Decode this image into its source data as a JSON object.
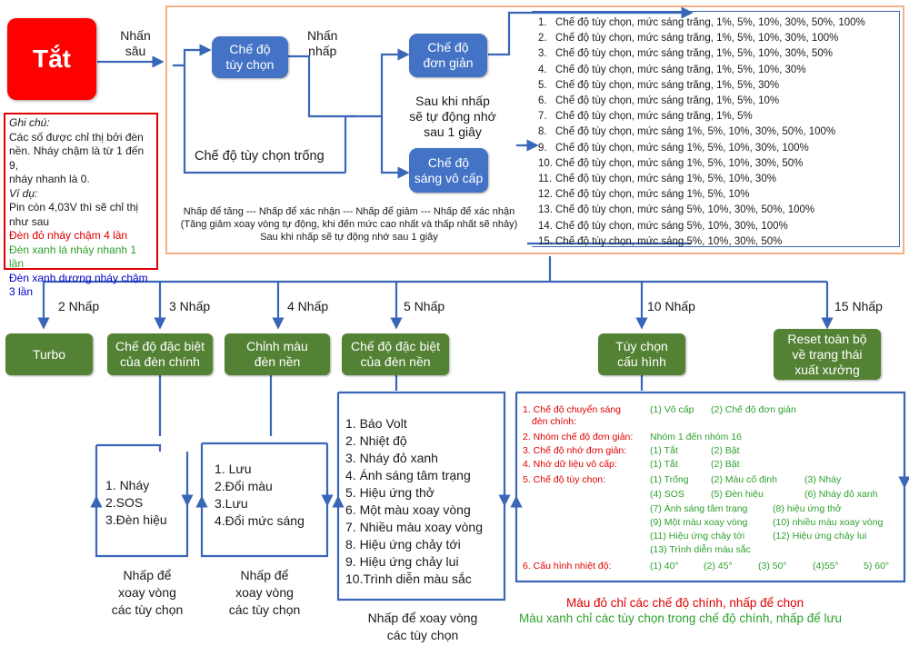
{
  "off_box": "Tắt",
  "long_press": [
    "Nhấn",
    "sâu"
  ],
  "custom_mode": [
    "Chế độ",
    "tùy chọn"
  ],
  "press_label": [
    "Nhấn",
    "nhấp"
  ],
  "simple_mode": [
    "Chế độ",
    "đơn giản"
  ],
  "stepless_mode": [
    "Chế độ",
    "sáng vô cấp"
  ],
  "auto_save_note": [
    "Sau khi nhấp",
    "sẽ tự động nhớ",
    "sau 1 giây"
  ],
  "empty_custom": "Chế độ tùy chọn trống",
  "stepless_instructions": [
    "Nhấp để tăng --- Nhấp để xác nhận --- Nhấp để giảm --- Nhấp để xác nhận",
    "(Tăng giảm xoay vòng tự động, khi đến mức cao nhất và thấp nhất sẽ nhảy)",
    "Sau khi nhấp sẽ tự động nhớ sau 1 giây"
  ],
  "notes": {
    "title": "Ghi chú:",
    "lines": [
      "Các số được chỉ thị bởi đèn",
      "nền. Nháy chậm là từ 1 đến 9,",
      "nháy nhanh là 0."
    ],
    "example_title": "Ví dụ:",
    "example_lines": [
      "Pin còn 4,03V thì sẽ chỉ thị",
      "như sau"
    ],
    "red_line": "Đèn đỏ nháy chậm 4 lần",
    "green_line": "Đèn xanh lá nháy nhanh 1 lần",
    "blue_lines": [
      "Đèn xanh dương nháy chậm",
      "3 lần"
    ],
    "colors": {
      "red": "#e00000",
      "green": "#2ea12e",
      "blue": "#0000c8"
    }
  },
  "brightness_levels": [
    {
      "n": "1.",
      "text": "Chế độ tùy chọn, mức sáng trăng, 1%, 5%, 10%, 30%, 50%, 100%"
    },
    {
      "n": "2.",
      "text": "Chế độ tùy chọn, mức sáng trăng, 1%, 5%, 10%, 30%, 100%"
    },
    {
      "n": "3.",
      "text": "Chế độ tùy chọn, mức sáng trăng, 1%, 5%, 10%, 30%, 50%"
    },
    {
      "n": "4.",
      "text": "Chế độ tùy chọn, mức sáng trăng, 1%, 5%, 10%, 30%"
    },
    {
      "n": "5.",
      "text": "Chế độ tùy chọn, mức sáng trăng, 1%, 5%, 30%"
    },
    {
      "n": "6.",
      "text": "Chế độ tùy chọn, mức sáng trăng, 1%, 5%, 10%"
    },
    {
      "n": "7.",
      "text": "Chế độ tùy chọn, mức sáng trăng, 1%, 5%"
    },
    {
      "n": "8.",
      "text": "Chế độ tùy chọn, mức sáng 1%, 5%, 10%, 30%, 50%, 100%"
    },
    {
      "n": "9.",
      "text": "Chế độ tùy chọn, mức sáng 1%, 5%, 10%, 30%, 100%"
    },
    {
      "n": "10.",
      "text": "Chế độ tùy chọn, mức sáng 1%, 5%, 10%, 30%, 50%"
    },
    {
      "n": "11.",
      "text": "Chế độ tùy chọn, mức sáng 1%, 5%, 10%, 30%"
    },
    {
      "n": "12.",
      "text": "Chế độ tùy chọn, mức sáng 1%, 5%, 10%"
    },
    {
      "n": "13.",
      "text": "Chế độ tùy chọn, mức sáng 5%, 10%, 30%, 50%, 100%"
    },
    {
      "n": "14.",
      "text": "Chế độ tùy chọn, mức sáng 5%, 10%, 30%, 100%"
    },
    {
      "n": "15.",
      "text": "Chế độ tùy chọn, mức sáng 5%, 10%, 30%, 50%"
    }
  ],
  "branch_labels": [
    "2 Nhấp",
    "3 Nhấp",
    "4 Nhấp",
    "5 Nhấp",
    "10 Nhấp",
    "15 Nhấp"
  ],
  "branches": {
    "turbo": "Turbo",
    "main_special": [
      "Chế độ đặc biệt",
      "của đèn chính"
    ],
    "bg_color": [
      "Chỉnh màu",
      "đèn nền"
    ],
    "bg_special": [
      "Chế độ đặc biệt",
      "của đèn nền"
    ],
    "config": [
      "Tùy chọn",
      "cấu hình"
    ],
    "reset": [
      "Reset toàn bộ",
      "về trạng thái",
      "xuất xưởng"
    ]
  },
  "main_special_list": [
    "1.  Nháy",
    "2.SOS",
    "3.Đèn hiệu"
  ],
  "main_special_note": [
    "Nhấp để",
    "xoay vòng",
    "các tùy chọn"
  ],
  "bg_color_list": [
    "1.  Lưu",
    "2.Đổi màu",
    "3.Lưu",
    "4.Đổi mức sáng"
  ],
  "bg_color_note": [
    "Nhấp để",
    "xoay vòng",
    "các tùy chọn"
  ],
  "bg_special_list": [
    "1.  Báo Volt",
    "2.  Nhiệt độ",
    "3.  Nháy đỏ xanh",
    "4.  Ánh sáng tâm trạng",
    "5.  Hiệu ứng thở",
    "6.  Một màu xoay vòng",
    "7.  Nhiều màu xoay vòng",
    "8.  Hiệu ứng chảy tới",
    "9.  Hiệu ứng chảy lui",
    "10.Trình diễn màu sắc"
  ],
  "bg_special_note": [
    "Nhấp để xoay vòng",
    "các tùy chọn"
  ],
  "config_items": {
    "c1_label": "1. Chế độ chuyển sáng",
    "c1_label2": "đèn chính:",
    "c1_opts": [
      "(1) Vô cấp",
      "(2) Chế độ đơn giản"
    ],
    "c2_label": "2. Nhóm chế độ đơn giản:",
    "c2_opts": [
      "Nhóm 1 đến nhóm 16"
    ],
    "c3_label": "3. Chế độ nhớ đơn giản:",
    "c3_opts": [
      "(1) Tắt",
      "(2) Bật"
    ],
    "c4_label": "4. Nhớ dữ liệu vô cấp:",
    "c4_opts": [
      "(1) Tắt",
      "(2) Bật"
    ],
    "c5_label": "5. Chế độ tùy chọn:",
    "c5_opts": [
      "(1) Trống",
      "(2) Màu cố định",
      "(3) Nháy",
      "(4) SOS",
      "(5) Đèn hiệu",
      "(6) Nháy đỏ xanh",
      "(7) Ánh sáng tâm trạng",
      "(8) hiệu ứng thở",
      "(9) Một màu xoay vòng",
      "(10) nhiều màu xoay vòng",
      "(11) Hiệu ứng chảy tới",
      "(12) Hiệu ứng chảy lui",
      "(13) Trình diễn màu sắc"
    ],
    "c6_label": "6. Cấu hình nhiệt độ:",
    "c6_opts": [
      "(1) 40°",
      "(2) 45°",
      "(3) 50°",
      "(4)55°",
      "5) 60°"
    ]
  },
  "legend_red": "Màu đỏ chỉ các chế độ chính, nhấp để chọn",
  "legend_green": "Màu xanh chỉ các tùy chọn trong chế độ chính, nhấp để lưu",
  "colors": {
    "accent_blue": "#4472c4",
    "branch_green": "#548235",
    "off_red": "#ff0000",
    "frame_orange": "#f4b183"
  }
}
